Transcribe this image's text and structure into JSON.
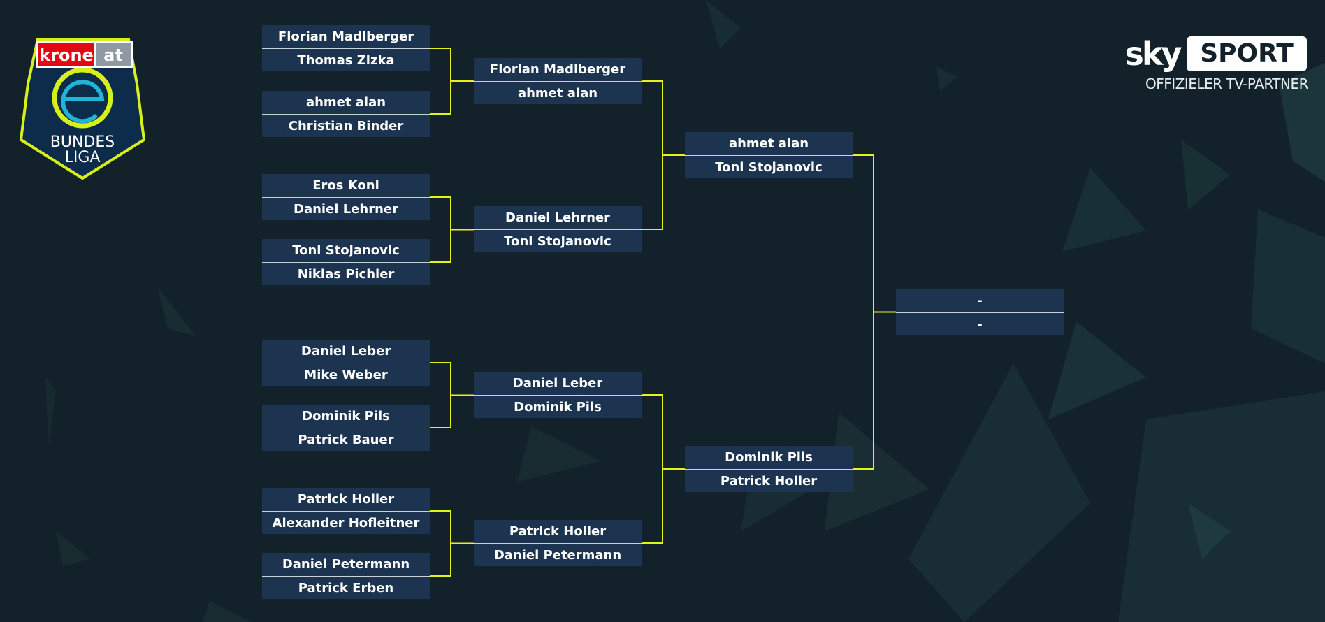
{
  "brand": {
    "krone_text": "krone",
    "krone_at": "at",
    "league_line1": "BUNDES",
    "league_line2": "LIGA",
    "sky_word": "sky",
    "sky_sport": "SPORT",
    "sky_partner": "OFFIZIELER TV-PARTNER"
  },
  "colors": {
    "background": "#13222a",
    "slot": "#1c3450",
    "connector": "#e3f21a",
    "text": "#ffffff"
  },
  "bracket": {
    "round1": [
      {
        "p1": "Florian Madlberger",
        "p2": "Thomas Zizka"
      },
      {
        "p1": "ahmet alan",
        "p2": "Christian Binder"
      },
      {
        "p1": "Eros Koni",
        "p2": "Daniel Lehrner"
      },
      {
        "p1": "Toni Stojanovic",
        "p2": "Niklas Pichler"
      },
      {
        "p1": "Daniel Leber",
        "p2": "Mike Weber"
      },
      {
        "p1": "Dominik Pils",
        "p2": "Patrick Bauer"
      },
      {
        "p1": "Patrick Holler",
        "p2": "Alexander Hofleitner"
      },
      {
        "p1": "Daniel Petermann",
        "p2": "Patrick Erben"
      }
    ],
    "round2": [
      {
        "p1": "Florian Madlberger",
        "p2": "ahmet alan"
      },
      {
        "p1": "Daniel Lehrner",
        "p2": "Toni Stojanovic"
      },
      {
        "p1": "Daniel Leber",
        "p2": "Dominik Pils"
      },
      {
        "p1": "Patrick Holler",
        "p2": "Daniel Petermann"
      }
    ],
    "round3": [
      {
        "p1": "ahmet alan",
        "p2": "Toni Stojanovic"
      },
      {
        "p1": "Dominik Pils",
        "p2": "Patrick Holler"
      }
    ],
    "final": [
      {
        "p1": "-",
        "p2": "-"
      }
    ]
  }
}
